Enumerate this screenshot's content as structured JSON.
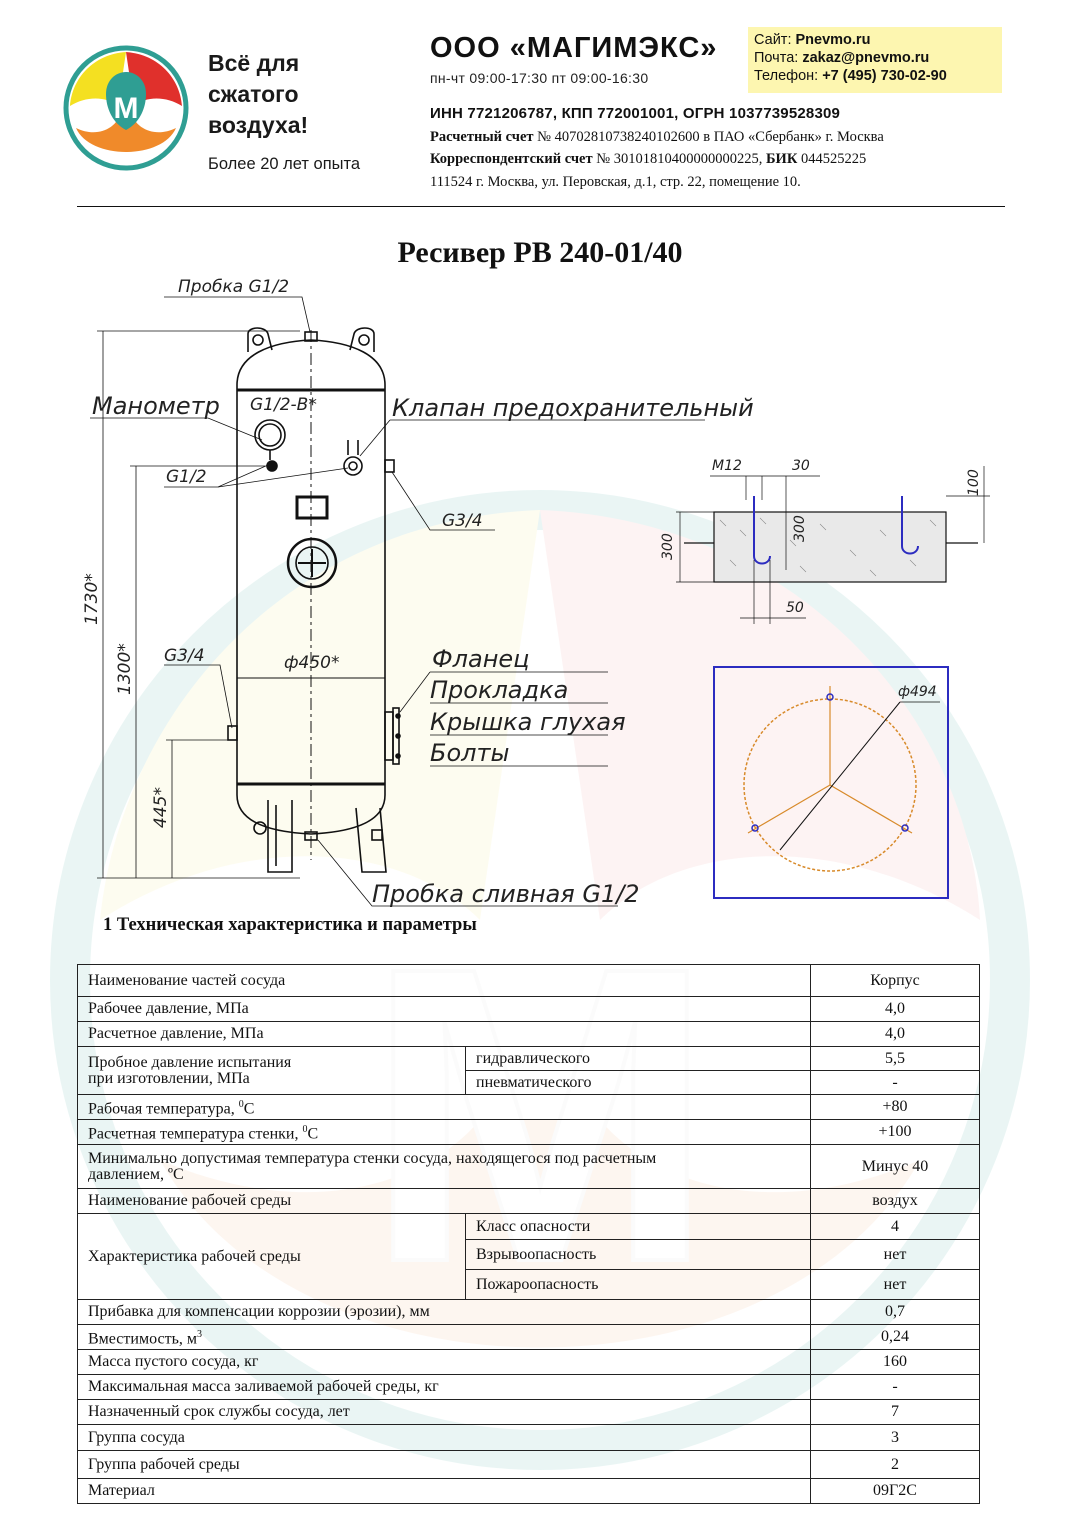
{
  "header": {
    "slogan": [
      "Всё для",
      "сжатого",
      "воздуха!"
    ],
    "experience": "Более 20 лет опыта",
    "logo_letter": "М",
    "company": "ООО «МАГИМЭКС»",
    "hours": "пн-чт 09:00-17:30 пт 09:00-16:30",
    "contacts": [
      {
        "label": "Сайт:",
        "value": "Pnevmo.ru"
      },
      {
        "label": "Почта:",
        "value": "zakaz@pnevmo.ru"
      },
      {
        "label": "Телефон:",
        "value": "+7 (495) 730-02-90"
      }
    ],
    "requisites": {
      "inn_line": "ИНН 7721206787, КПП 772001001, ОГРН 1037739528309",
      "account_label": "Расчетный счет",
      "account_value": "№ 40702810738240102600 в ПАО «Сбербанк» г. Москва",
      "corr_label": "Корреспондентский счет",
      "corr_value": "№ 30101810400000000225,",
      "bik_label": "БИК",
      "bik_value": "044525225",
      "address": "111524 г. Москва, ул. Перовская, д.1, стр. 22, помещение 10."
    }
  },
  "title": "Ресивер РВ 240-01/40",
  "drawing": {
    "labels": {
      "plug_top": "Пробка G1/2",
      "manometer": "Манометр",
      "g12b": "G1/2-B*",
      "valve": "Клапан предохранительный",
      "g12": "G1/2",
      "g34_right": "G3/4",
      "g34_left": "G3/4",
      "diameter": "ф450*",
      "flange": "Фланец",
      "gasket": "Прокладка",
      "cover": "Крышка глухая",
      "bolts": "Болты",
      "drain": "Пробка сливная G1/2",
      "h_total": "1730*",
      "h_mid": "1300*",
      "h_low": "445*"
    },
    "foundation": {
      "m12": "M12",
      "d30": "30",
      "d100": "100",
      "d300": "300",
      "d300_inner": "300",
      "d50": "50"
    },
    "plan": {
      "diameter": "ф494"
    }
  },
  "section_title": "1 Техническая характеристика и параметры",
  "table": {
    "header": {
      "name": "Наименование частей сосуда",
      "value": "Корпус"
    },
    "rows": [
      {
        "name": "Рабочее давление, МПа",
        "value": "4,0"
      },
      {
        "name": "Расчетное давление, МПа",
        "value": "4,0"
      },
      {
        "name_line1": "Пробное давление испытания",
        "name_line2": "при изготовлении, МПа",
        "sub": [
          {
            "name": "гидравлического",
            "value": "5,5"
          },
          {
            "name": "пневматического",
            "value": "-"
          }
        ]
      },
      {
        "name": "Рабочая температура,",
        "unit": "С",
        "value": "+80"
      },
      {
        "name": "Расчетная температура стенки,",
        "unit": "С",
        "value": "+100"
      },
      {
        "name_line1": "Минимально допустимая температура стенки сосуда, находящегося под расчетным",
        "name_line2": "давлением, ºС",
        "value": "Минус 40"
      },
      {
        "name": "Наименование рабочей среды",
        "value": "воздух"
      },
      {
        "name": "Характеристика рабочей среды",
        "sub": [
          {
            "name": "Класс опасности",
            "value": "4"
          },
          {
            "name": "Взрывоопасность",
            "value": "нет"
          },
          {
            "name": "Пожароопасность",
            "value": "нет"
          }
        ]
      },
      {
        "name": "Прибавка для компенсации коррозии (эрозии), мм",
        "value": "0,7"
      },
      {
        "name": "Вместимость, м",
        "sup": "3",
        "value": "0,24"
      },
      {
        "name": "Масса пустого сосуда, кг",
        "value": "160"
      },
      {
        "name": "Максимальная масса заливаемой рабочей среды, кг",
        "value": "-"
      },
      {
        "name": "Назначенный срок службы сосуда, лет",
        "value": "7"
      },
      {
        "name": "Группа сосуда",
        "value": "3"
      },
      {
        "name": "Группа рабочей среды",
        "value": "2"
      },
      {
        "name": "Материал",
        "value": "09Г2С"
      }
    ]
  }
}
